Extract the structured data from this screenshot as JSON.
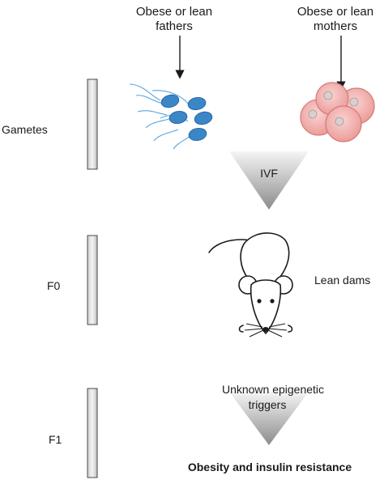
{
  "header": {
    "fathers": [
      "Obese or lean",
      "fathers"
    ],
    "mothers": [
      "Obese or lean",
      "mothers"
    ]
  },
  "stages": {
    "gametes": "Gametes",
    "f0": "F0",
    "f1": "F1"
  },
  "steps": {
    "ivf": "IVF",
    "dams": "Lean dams",
    "epigenetic": [
      "Unknown epigenetic",
      "triggers"
    ],
    "outcome": "Obesity and insulin resistance"
  },
  "colors": {
    "sperm_fill": "#3b86c7",
    "egg_fill": "#f2b3b1",
    "egg_stroke": "#d47c7a",
    "bar_fill": "#e6e6e6"
  }
}
